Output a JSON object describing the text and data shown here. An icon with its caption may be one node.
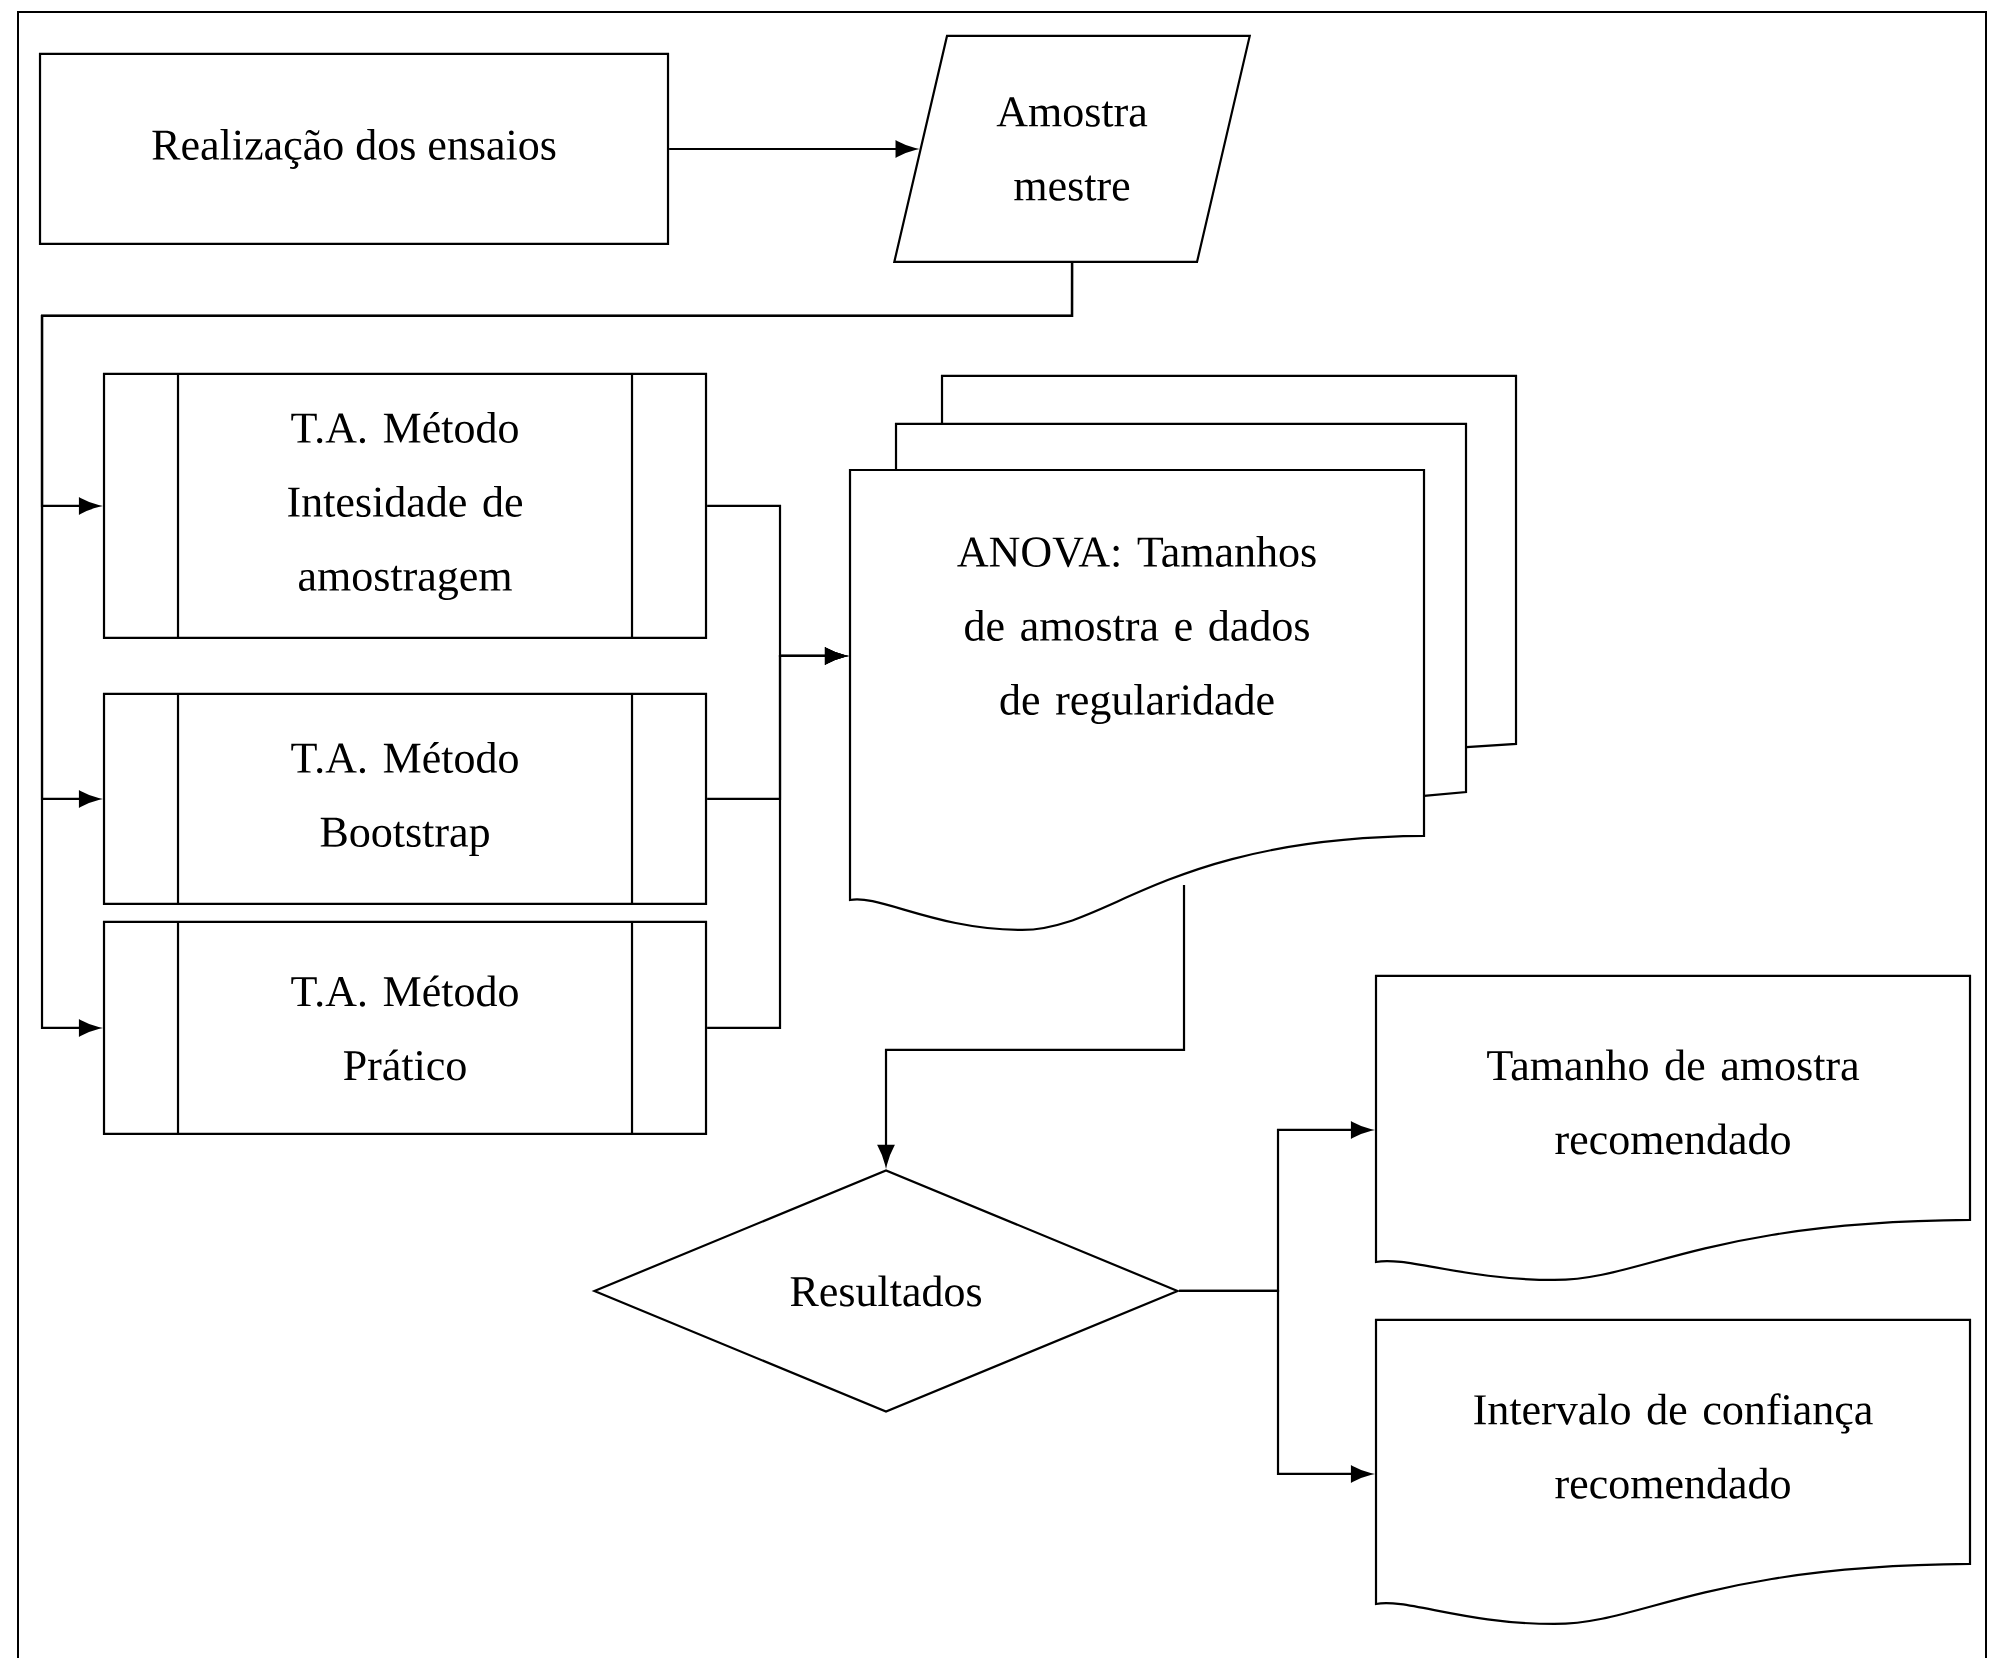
{
  "diagram": {
    "nodes": [
      {
        "text": [
          "Realização dos ensaios"
        ]
      },
      {
        "text": [
          "Amostra mestre"
        ]
      },
      {
        "text": [
          "T.A. Método Intesidade de amostragem"
        ]
      },
      {
        "text": [
          "T.A. Método Bootstrap"
        ]
      },
      {
        "text": [
          "T.A. Método Prático"
        ]
      },
      {
        "text": [
          "ANOVA: Tamanhos de amostra e dados de regularidade"
        ]
      },
      {
        "text": [
          "Resultados"
        ]
      },
      {
        "text": [
          "Tamanho de amostra recomendado"
        ]
      },
      {
        "text": [
          "Intervalo de confiança recomendado"
        ]
      }
    ],
    "edges": [
      {
        "from": 0,
        "to": 1,
        "arrow": "to"
      },
      {
        "from": 1,
        "to": 2,
        "arrow": "to"
      },
      {
        "from": 1,
        "to": 3,
        "arrow": "to"
      },
      {
        "from": 1,
        "to": 4,
        "arrow": "to"
      },
      {
        "from": 2,
        "to": 5,
        "arrow": "to"
      },
      {
        "from": 3,
        "to": 5,
        "arrow": "to"
      },
      {
        "from": 4,
        "to": 5,
        "arrow": "to"
      },
      {
        "from": 5,
        "to": 6,
        "arrow": "to"
      },
      {
        "from": 6,
        "to": 7,
        "arrow": "to"
      },
      {
        "from": 6,
        "to": 8,
        "arrow": "to"
      }
    ]
  }
}
